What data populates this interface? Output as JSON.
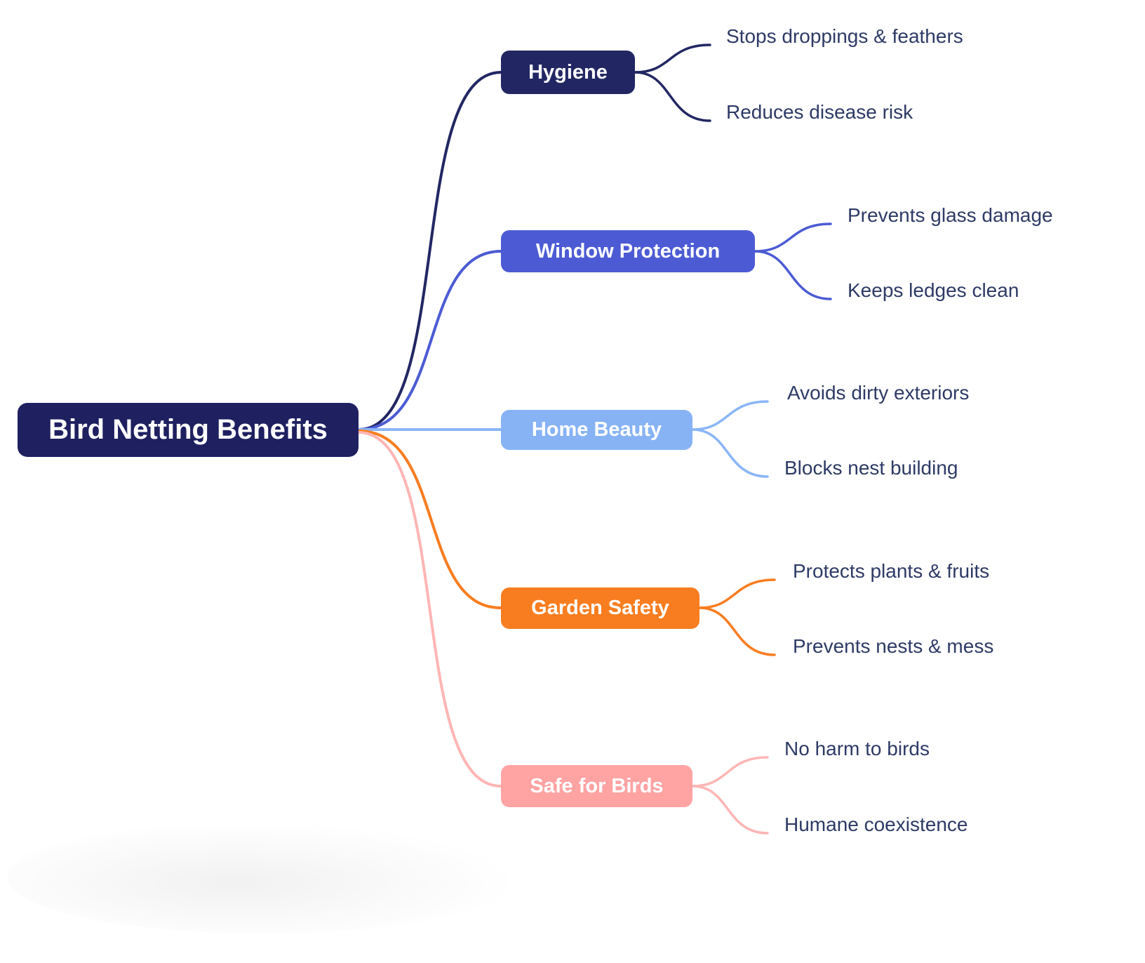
{
  "root": {
    "label": "Bird Netting Benefits",
    "bg": "#1e2060",
    "text_color": "#ffffff"
  },
  "branches": [
    {
      "label": "Hygiene",
      "color": "#222763",
      "edge_color": "#222763",
      "text_color": "#ffffff",
      "children": [
        "Stops droppings & feathers",
        "Reduces disease risk"
      ]
    },
    {
      "label": "Window Protection",
      "color": "#4c5bd4",
      "edge_color": "#4c5bd4",
      "text_color": "#ffffff",
      "children": [
        "Prevents glass damage",
        "Keeps ledges clean"
      ]
    },
    {
      "label": "Home Beauty",
      "color": "#87b3f5",
      "edge_color": "#8ab6f7",
      "text_color": "#ffffff",
      "children": [
        "Avoids dirty exteriors",
        "Blocks nest building"
      ]
    },
    {
      "label": "Garden Safety",
      "color": "#f87d20",
      "edge_color": "#f87d20",
      "text_color": "#ffffff",
      "children": [
        "Protects plants & fruits",
        "Prevents nests & mess"
      ]
    },
    {
      "label": "Safe for Birds",
      "color": "#ffa3a3",
      "edge_color": "#ffb5b5",
      "text_color": "#ffffff",
      "children": [
        "No harm to birds",
        "Humane coexistence"
      ]
    }
  ],
  "leaf_text_color": "#2e3a66"
}
